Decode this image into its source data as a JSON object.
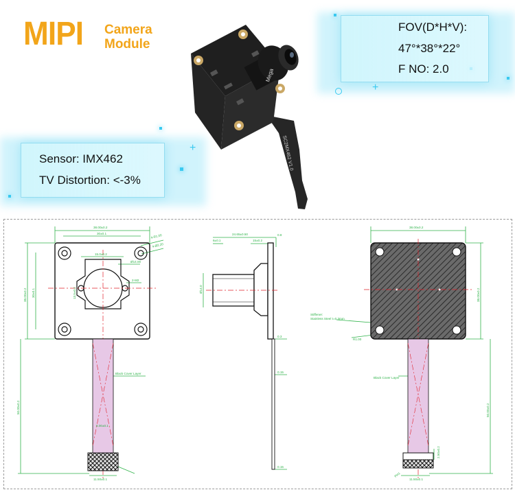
{
  "header": {
    "title_main": "MIPI",
    "title_sub_line1": "Camera",
    "title_sub_line2": "Module"
  },
  "specs_right": {
    "fov_label": "FOV(D*H*V):",
    "fov_value": "47°*38°*22°",
    "fno": "F NO: 2.0"
  },
  "specs_left": {
    "sensor": "Sensor: IMX462",
    "distortion": "TV Distortion: <-3%"
  },
  "product": {
    "board_mark": "Mega",
    "flex_mark": "SC2MX462 V1.0"
  },
  "colors": {
    "title": "#f2a51a",
    "accent_glow": "#39c9f0",
    "dim_line": "#2fb34a",
    "center_line": "#e0202a",
    "flex_fill": "#e7c8e6"
  },
  "drawing": {
    "front_view": {
      "top_width": "38.00±0.2",
      "hole_spacing": "30±0.1",
      "hole_dia": "4-Ø2.20",
      "corner": "4-R1.00",
      "lens_holder": "15.0±0.2",
      "lens_dia": "Ø14.00",
      "height_total": "38.00±0.2",
      "height_holes": "30±0.1",
      "side_dim": "13.5±0.2",
      "screw": "2-M2",
      "cover_label": "Black Cover Layer",
      "flex_length": "50.00±0.2",
      "flex_width": "6.00±0.1",
      "connector_width": "11.50±0.1"
    },
    "side_view": {
      "total_depth": "24.65±0.50",
      "lens_len": "15±0.2",
      "front_gap": "6±0.1",
      "lens_dia": "Ø14.0",
      "board_thk": "0.8",
      "flex_thk": "0.15",
      "tail_thk": "0.3"
    },
    "back_view": {
      "top_width": "38.00±0.2",
      "height": "38.00±0.2",
      "stiffener_label_1": "Stiffener:",
      "stiffener_label_2": "Stainless Steel t=0.3mm",
      "radius": "R1.00",
      "cover_label": "Black Cover Layer",
      "flex_length": "50.00±0.2",
      "conn_len": "2.50±0.2",
      "connector_width": "11.50±0.1",
      "pin1": "Pin1"
    }
  }
}
